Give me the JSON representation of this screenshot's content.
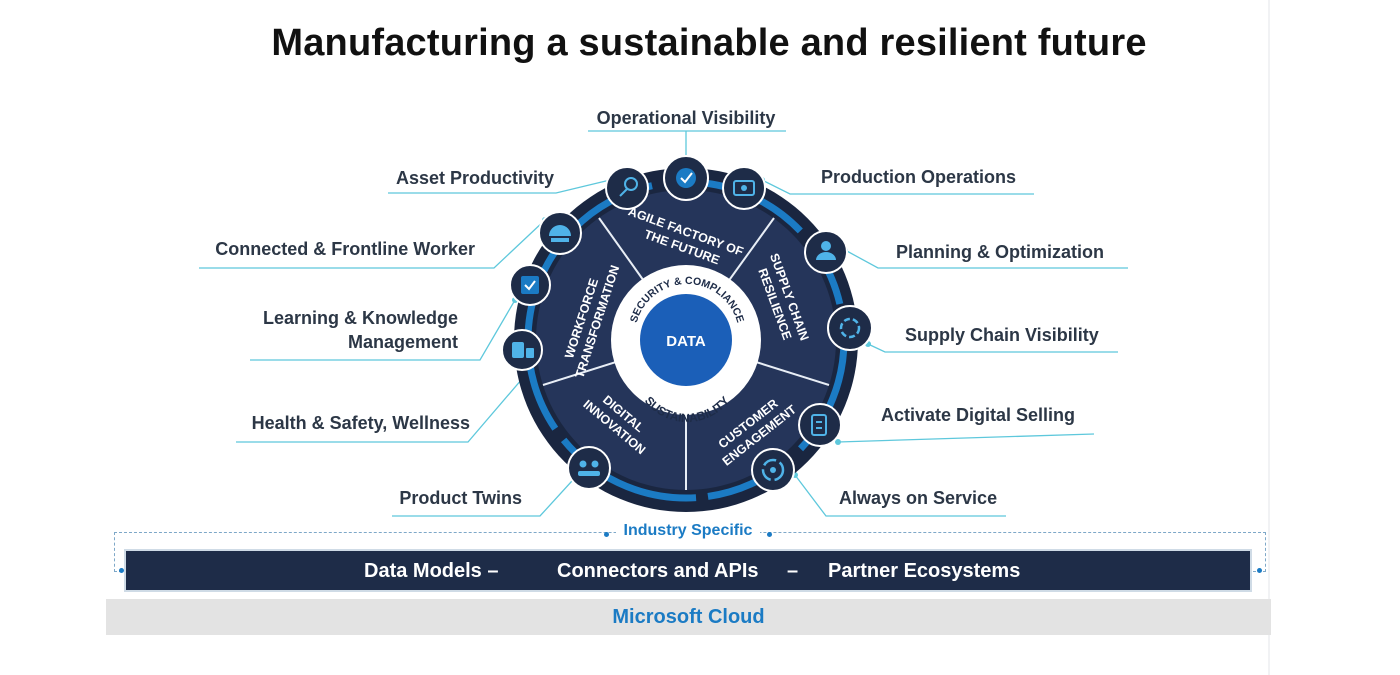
{
  "title": "Manufacturing a sustainable and resilient future",
  "wheel": {
    "center": "DATA",
    "ring_top": "SECURITY & COMPLIANCE",
    "ring_bottom": "SUSTAINABILITY",
    "segments": {
      "agile": [
        "AGILE FACTORY OF",
        "THE FUTURE"
      ],
      "supply": [
        "SUPPLY CHAIN",
        "RESILIENCE"
      ],
      "customer": [
        "CUSTOMER",
        "ENGAGEMENT"
      ],
      "digital": [
        "DIGITAL",
        "INNOVATION"
      ],
      "workforce": [
        "WORKFORCE",
        "TRANSFORMATION"
      ]
    }
  },
  "capabilities": {
    "operational_visibility": "Operational Visibility",
    "asset_productivity": "Asset Productivity",
    "production_operations": "Production Operations",
    "connected_frontline_worker": "Connected & Frontline Worker",
    "planning_optimization": "Planning & Optimization",
    "learning_knowledge_1": "Learning & Knowledge",
    "learning_knowledge_2": "Management",
    "supply_chain_visibility": "Supply Chain Visibility",
    "health_safety_wellness": "Health & Safety, Wellness",
    "activate_digital_selling": "Activate Digital Selling",
    "product_twins": "Product Twins",
    "always_on_service": "Always on Service"
  },
  "industry_specific": "Industry Specific",
  "bar": {
    "data_models": "Data Models –",
    "connectors": "Connectors and APIs",
    "dash": "–",
    "partner": "Partner Ecosystems"
  },
  "cloud": "Microsoft Cloud",
  "colors": {
    "navy": "#1e2c48",
    "dark_ring": "#1a2640",
    "accent_blue": "#1b7bc4",
    "cyan_line": "#5ec8dc"
  }
}
